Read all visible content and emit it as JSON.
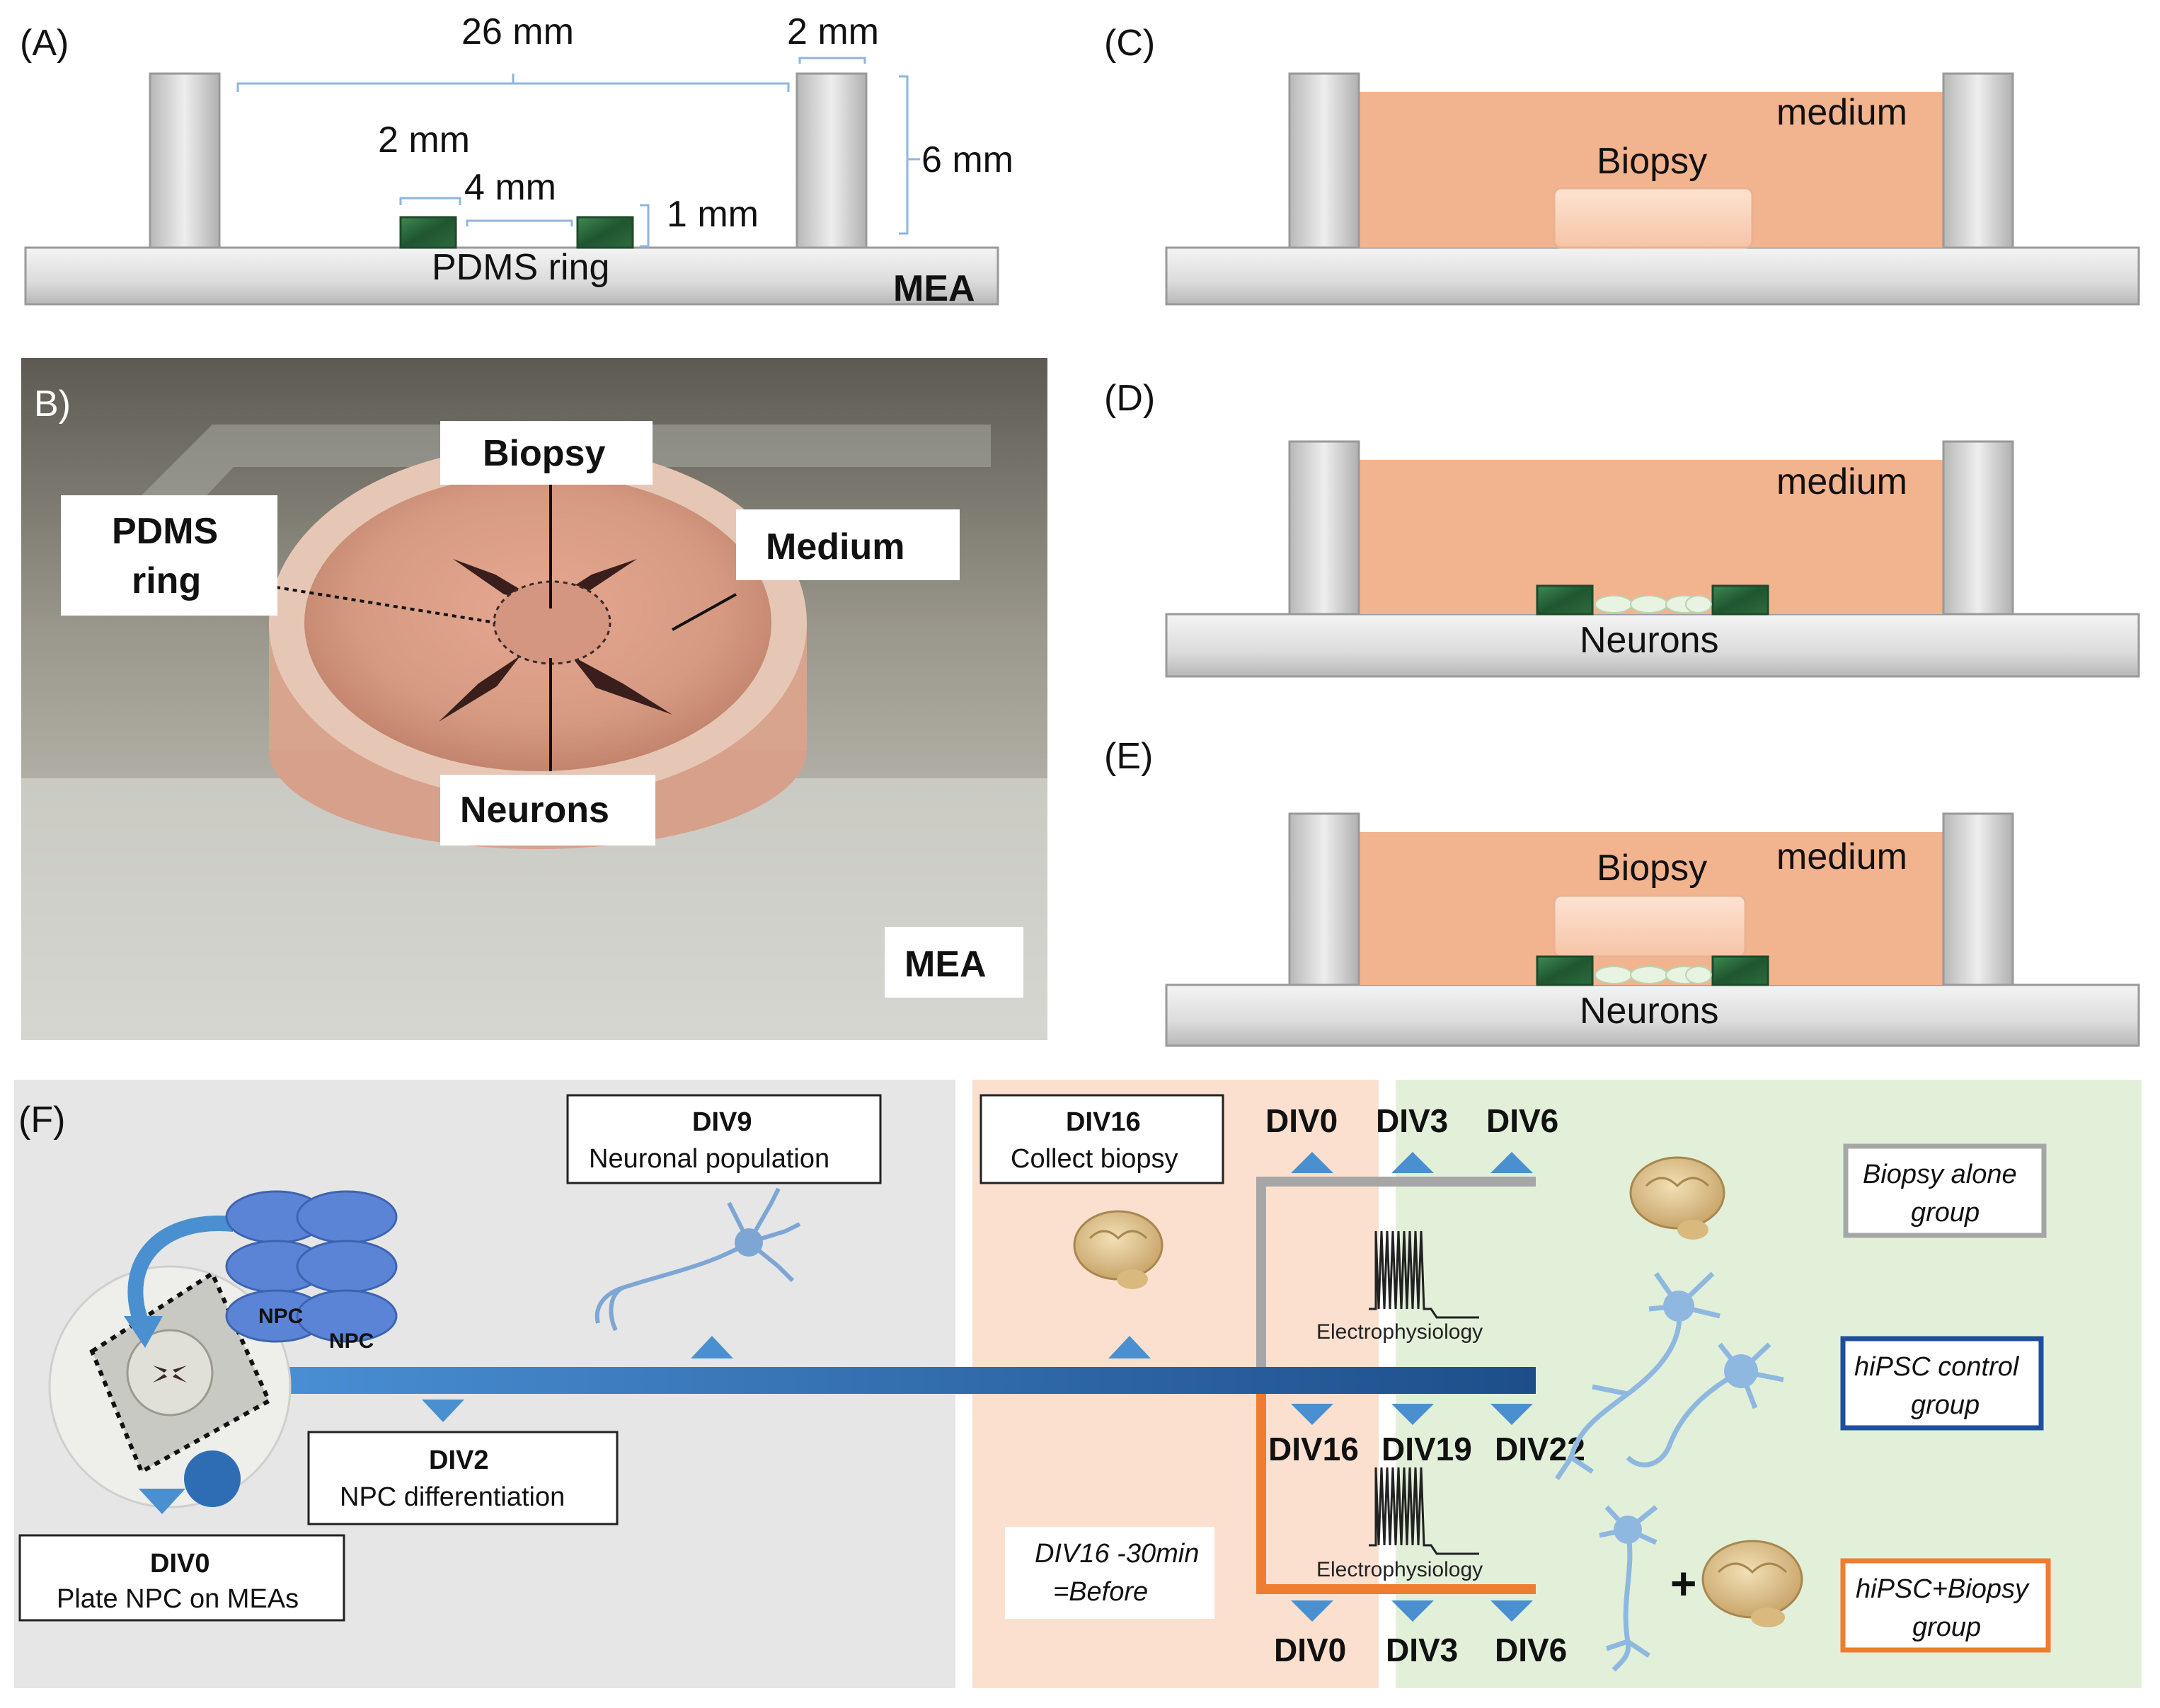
{
  "panels": {
    "A": {
      "label": "(A)",
      "dim_width": "26 mm",
      "dim_wall": "2 mm",
      "dim_height": "6 mm",
      "dim_ring_wall": "2 mm",
      "dim_ring_gap": "4 mm",
      "dim_ring_height": "1 mm",
      "ring_label": "PDMS ring",
      "base_label": "MEA"
    },
    "B": {
      "label": "B)",
      "biopsy": "Biopsy",
      "pdms_line1": "PDMS",
      "pdms_line2": "ring",
      "medium": "Medium",
      "neurons": "Neurons",
      "mea": "MEA"
    },
    "C": {
      "label": "(C)",
      "medium": "medium",
      "biopsy": "Biopsy"
    },
    "D": {
      "label": "(D)",
      "medium": "medium",
      "neurons": "Neurons"
    },
    "E": {
      "label": "(E)",
      "medium": "medium",
      "biopsy": "Biopsy",
      "neurons": "Neurons"
    },
    "F": {
      "label": "(F)",
      "div0_title": "DIV0",
      "div0_text": "Plate NPC on MEAs",
      "div2_title": "DIV2",
      "div2_text": "NPC differentiation",
      "div9_title": "DIV9",
      "div9_text": "Neuronal population",
      "div16_title": "DIV16",
      "div16_text": "Collect biopsy",
      "npc": "NPC",
      "ephys": "Electrophysiology",
      "before_line1": "DIV16 -30min",
      "before_line2": "=Before",
      "top_days": [
        "DIV0",
        "DIV3",
        "DIV6"
      ],
      "mid_days": [
        "DIV16",
        "DIV19",
        "DIV22"
      ],
      "bottom_days": [
        "DIV0",
        "DIV3",
        "DIV6"
      ],
      "plus": "+",
      "groups": {
        "biopsy_alone_line1": "Biopsy alone",
        "biopsy_alone_line2": "group",
        "control_line1": "hiPSC control",
        "control_line2": "group",
        "combined_line1": "hiPSC+Biopsy",
        "combined_line2": "group"
      },
      "colors": {
        "timeline": "#2e6db4",
        "arrow": "#4a90d0",
        "biopsy_line": "#a6a6a6",
        "combined_line": "#ee7d31",
        "control_box": "#1f4e9c",
        "grey_bg": "#e6e6e6",
        "peach_bg": "#fbe0d0",
        "green_bg": "#e2f0d9"
      }
    }
  },
  "colors": {
    "medium": "#f2b38f",
    "pdms": "#2f6b3e",
    "wall": "#c8c8c8",
    "neuron": "#8fb8e0"
  }
}
